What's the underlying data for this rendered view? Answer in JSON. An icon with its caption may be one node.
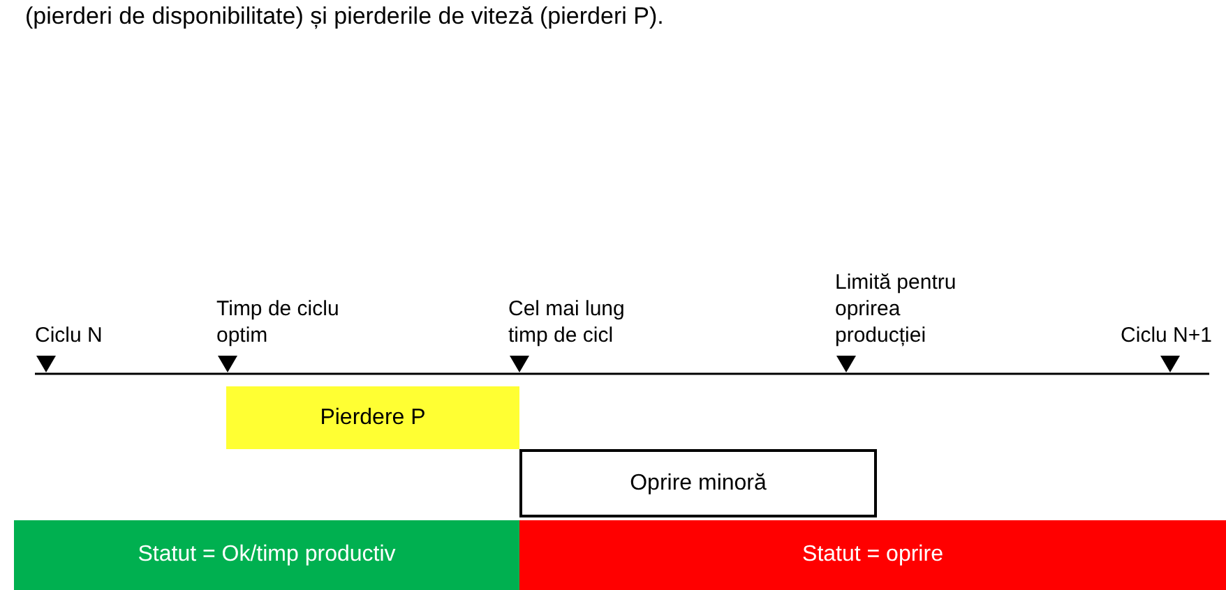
{
  "diagram": {
    "nodes": [
      {
        "text": [
          "Pierdere P"
        ]
      },
      {
        "text": [
          "Oprire minoră"
        ]
      },
      {
        "text": [
          "Statut = Ok/timp productiv"
        ]
      },
      {
        "text": [
          "Statut = oprire"
        ]
      }
    ],
    "labels": [
      "(pierderi de disponibilitate) și pierderile de viteză (pierderi P).",
      "Ciclu N",
      "Timp de ciclu optim",
      "Cel mai lung timp de cicl",
      "Limită pentru oprirea producției",
      "Ciclu N+1"
    ]
  }
}
